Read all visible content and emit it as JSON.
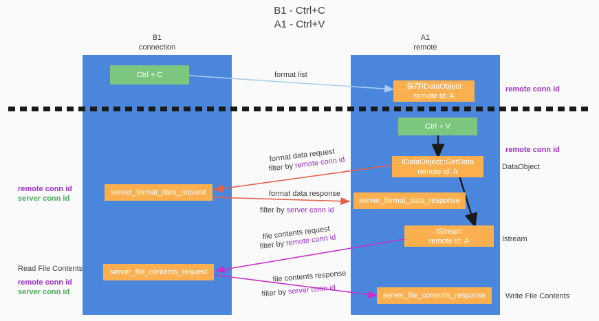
{
  "title": {
    "line1": "B1 - Ctrl+C",
    "line2": "A1 - Ctrl+V"
  },
  "columns": {
    "left": {
      "name": "B1",
      "role": "connection"
    },
    "right": {
      "name": "A1",
      "role": "remote"
    }
  },
  "nodes": {
    "ctrl_c": {
      "label": "Ctrl + C"
    },
    "ctrl_v": {
      "label": "Ctrl + V"
    },
    "idataobject_store": {
      "line1": "保存IDataObject",
      "line2": "remote id: A"
    },
    "idataobject_getdata": {
      "line1": "IDataObject::GetData",
      "line2": "remote id: A"
    },
    "istream": {
      "line1": "IStream",
      "line2": "remote id: A"
    },
    "server_format_data_request": {
      "label": "server_format_data_request"
    },
    "server_format_data_response": {
      "label": "server_format_data_response"
    },
    "server_file_contents_request": {
      "label": "server_file_contents_request"
    },
    "server_file_contents_response": {
      "label": "server_file_contents_response"
    }
  },
  "edges": {
    "format_list": {
      "label": "format list"
    },
    "format_data_request": {
      "label": "format data request"
    },
    "format_data_request_filter": {
      "prefix": "filter by ",
      "key": "remote conn id"
    },
    "format_data_response": {
      "label": "format data response"
    },
    "format_data_response_filter": {
      "prefix": "filter by ",
      "key": "server conn id"
    },
    "file_contents_request": {
      "label": "file contents request"
    },
    "file_contents_request_filter": {
      "prefix": "filter by ",
      "key": "remote conn id"
    },
    "file_contents_response": {
      "label": "file contents response"
    },
    "file_contents_response_filter": {
      "prefix": "filter by ",
      "key": "server conn id"
    }
  },
  "annotations": {
    "right_remote_conn_id_top": "remote conn id",
    "right_remote_conn_id_mid": "remote conn id",
    "right_dataobject": "DataObject",
    "right_istream": "Istream",
    "right_write_file_contents": "Write File Contents",
    "left_remote_conn_id_mid": "remote conn id",
    "left_server_conn_id_mid": "server conn id",
    "left_read_file_contents": "Read File Contents",
    "left_remote_conn_id_bottom": "remote conn id",
    "left_server_conn_id_bottom": "server conn id"
  },
  "colors": {
    "lane": "#4a86dc",
    "node_green": "#7dc67f",
    "node_orange": "#fbaf4e",
    "accent_purple": "#9b30c8",
    "accent_green": "#4aa85a",
    "arrow_light_blue": "#a8cdf0",
    "arrow_red": "#e8604c",
    "arrow_magenta": "#c62fc6",
    "arrow_black": "#1a1a1a",
    "background": "#fafafa"
  }
}
